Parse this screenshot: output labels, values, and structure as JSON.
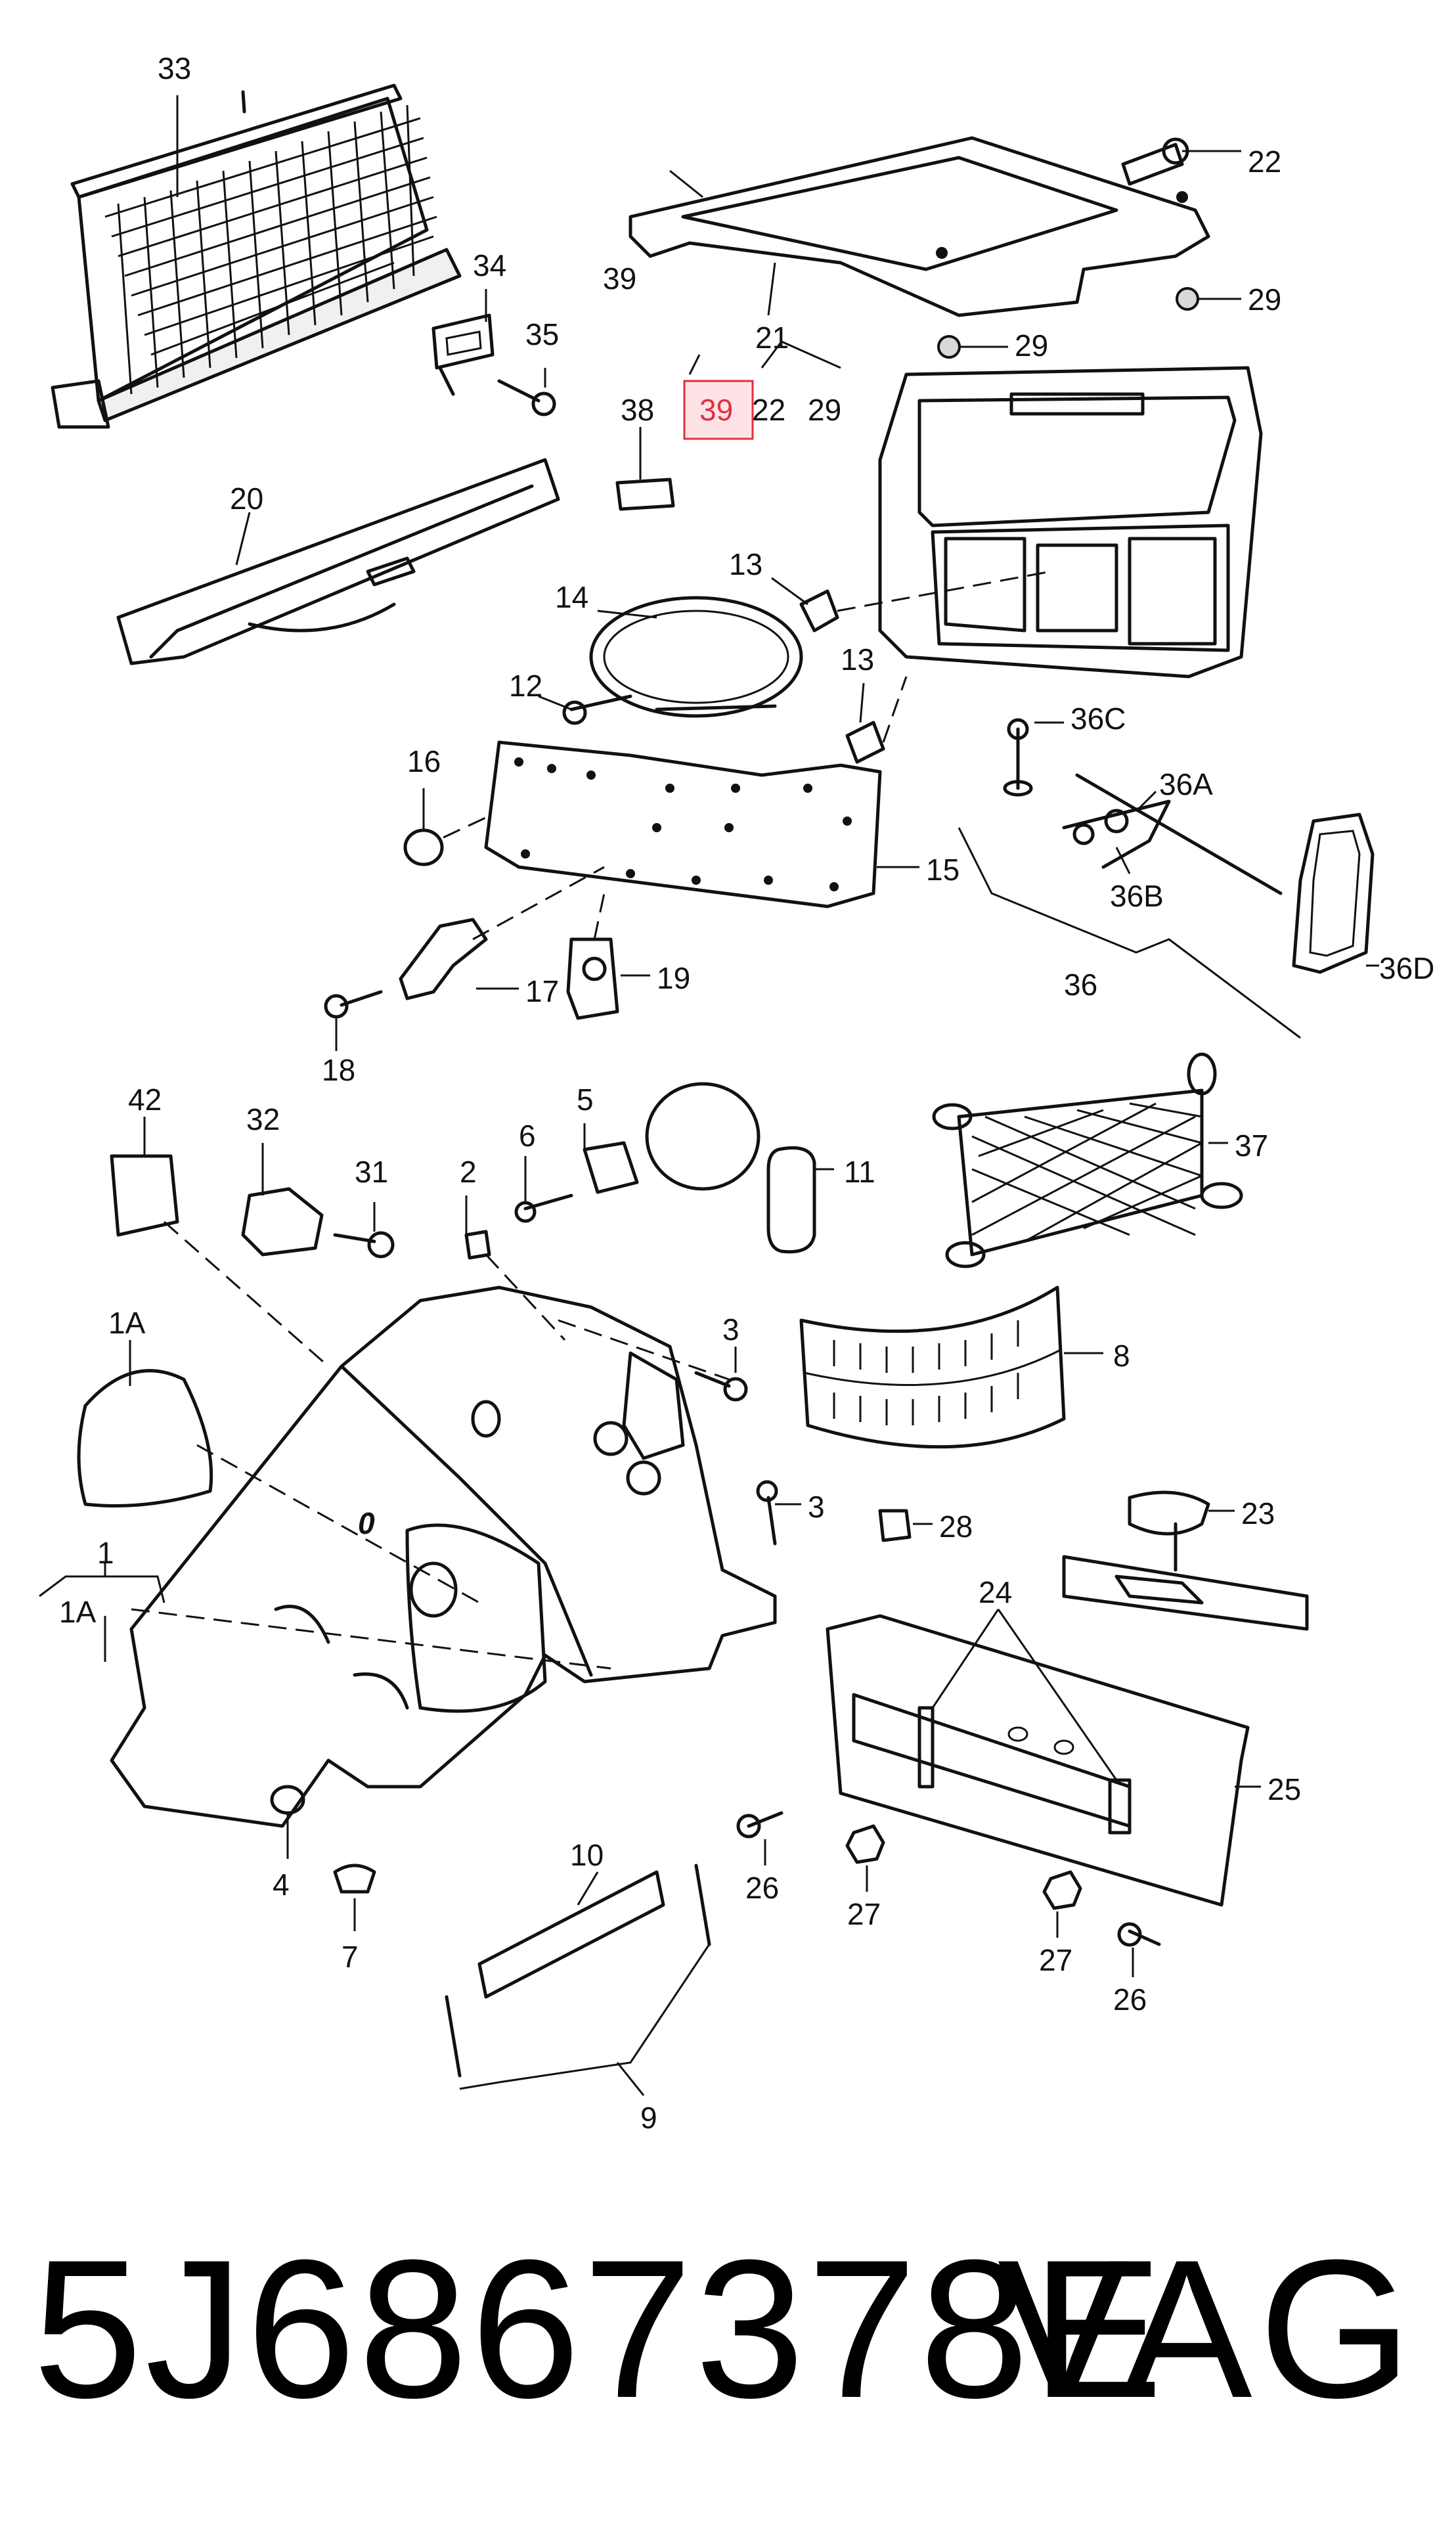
{
  "labels": {
    "l33": "33",
    "l34": "34",
    "l35": "35",
    "l20": "20",
    "l39a": "39",
    "l21": "21",
    "l39b": "39",
    "l22a": "22",
    "l29a": "29",
    "l22b": "22",
    "l29b": "29",
    "l29c": "29",
    "l38": "38",
    "l13a": "13",
    "l13b": "13",
    "l14": "14",
    "l12": "12",
    "l16": "16",
    "l15": "15",
    "l17": "17",
    "l18": "18",
    "l19": "19",
    "l36C": "36C",
    "l36A": "36A",
    "l36B": "36B",
    "l36": "36",
    "l36D": "36D",
    "l42": "42",
    "l32": "32",
    "l31": "31",
    "l2": "2",
    "l6": "6",
    "l5": "5",
    "l11": "11",
    "l37": "37",
    "l1A": "1A",
    "l1": "1",
    "l1Ab": "1A",
    "l3a": "3",
    "l3b": "3",
    "l8": "8",
    "l28": "28",
    "l23": "23",
    "l24": "24",
    "l25": "25",
    "l4": "4",
    "l7": "7",
    "l10": "10",
    "l9": "9",
    "l26a": "26",
    "l27a": "27",
    "l27b": "27",
    "l26b": "26",
    "lO": "0"
  },
  "highlight": {
    "label": "39",
    "color": "#e03040"
  },
  "footer": {
    "part_number": "5J6867378E",
    "brand": "VAG"
  }
}
